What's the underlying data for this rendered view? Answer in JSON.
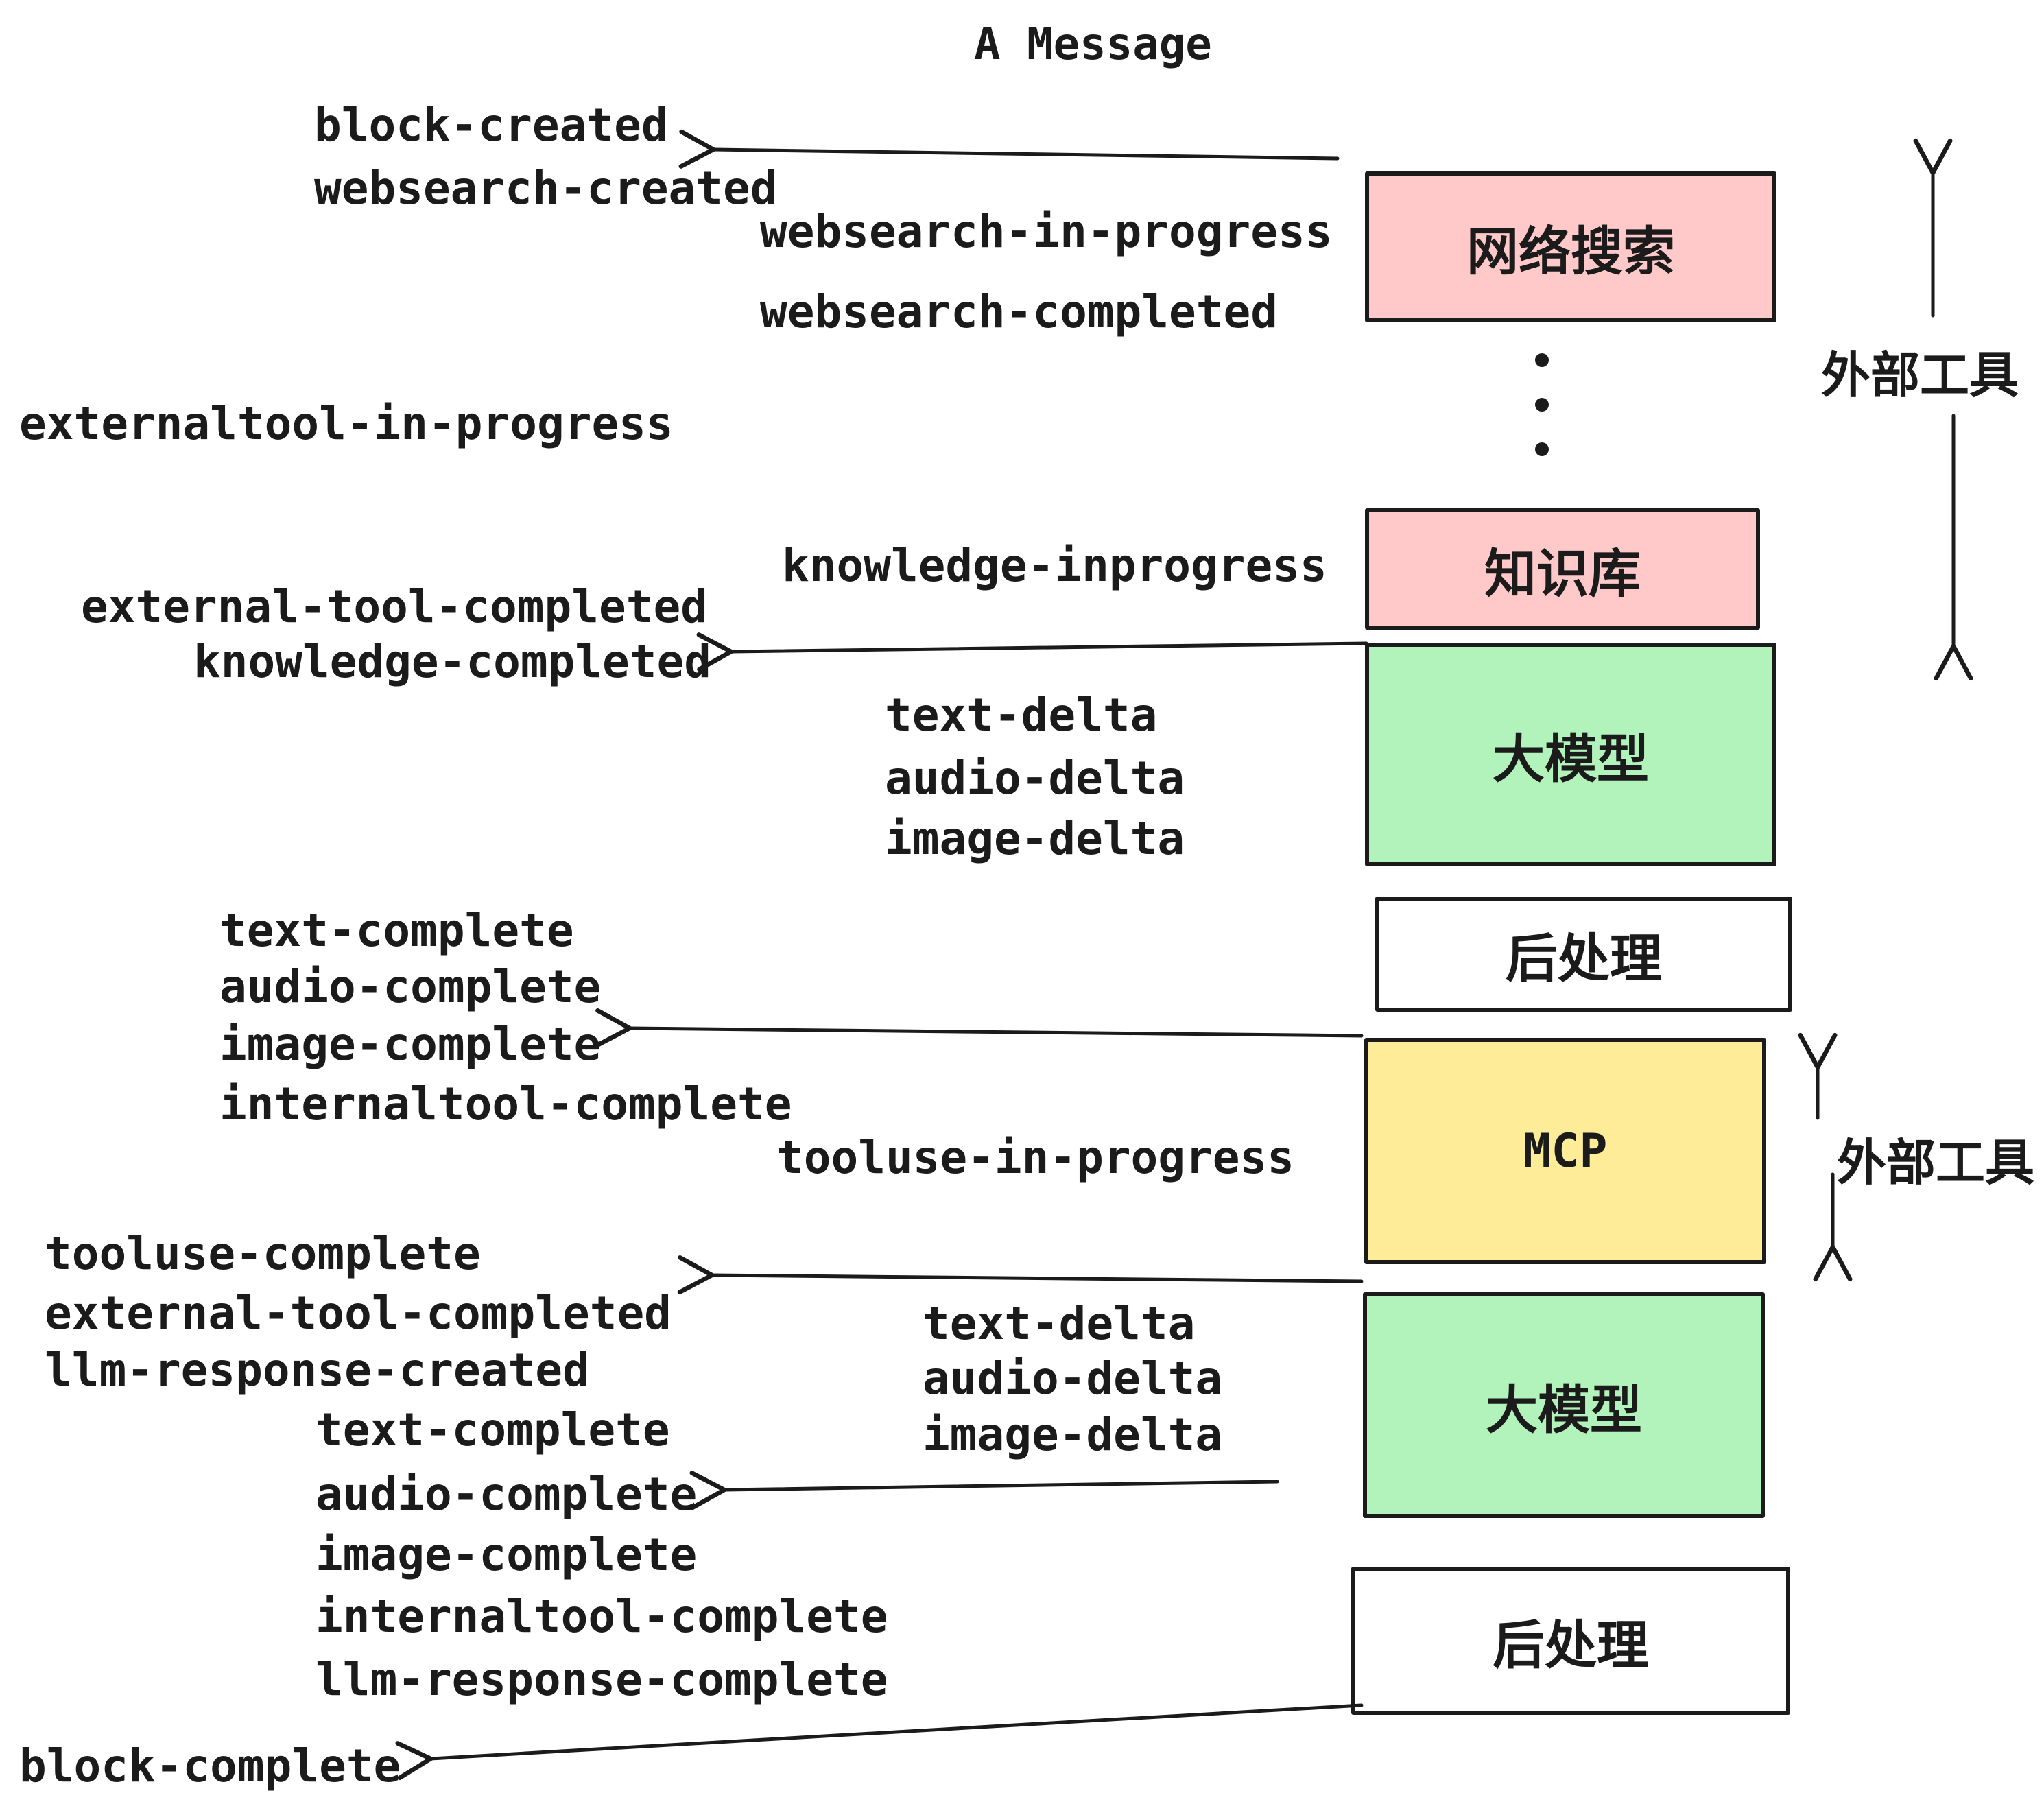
{
  "title": "A Message",
  "colors": {
    "stroke": "#1b1b1b",
    "box_pink": "#ffc9c9",
    "box_green": "#b2f2bb",
    "box_yellow": "#ffec99",
    "box_white": "#ffffff"
  },
  "events": {
    "block_created": "block-created",
    "websearch_created": "websearch-created",
    "websearch_in_progress": "websearch-in-progress",
    "websearch_completed": "websearch-completed",
    "externaltool_in_progress": "externaltool-in-progress",
    "knowledge_inprogress": "knowledge-inprogress",
    "external_tool_completed": "external-tool-completed",
    "knowledge_completed": "knowledge-completed",
    "text_delta": "text-delta",
    "audio_delta": "audio-delta",
    "image_delta": "image-delta",
    "text_complete": "text-complete",
    "audio_complete": "audio-complete",
    "image_complete": "image-complete",
    "internaltool_complete": "internaltool-complete",
    "tooluse_in_progress": "tooluse-in-progress",
    "tooluse_complete": "tooluse-complete",
    "llm_response_created": "llm-response-created",
    "llm_response_complete": "llm-response-complete",
    "block_complete": "block-complete"
  },
  "boxes": {
    "websearch": {
      "label": "网络搜索",
      "fill": "#ffc9c9"
    },
    "knowledge": {
      "label": "知识库",
      "fill": "#ffc9c9"
    },
    "llm_top": {
      "label": "大模型",
      "fill": "#b2f2bb"
    },
    "postprocess_top": {
      "label": "后处理",
      "fill": "#ffffff"
    },
    "mcp": {
      "label": "MCP",
      "fill": "#ffec99"
    },
    "llm_bottom": {
      "label": "大模型",
      "fill": "#b2f2bb"
    },
    "postprocess_bottom": {
      "label": "后处理",
      "fill": "#ffffff"
    }
  },
  "side_labels": {
    "external_tools_top": "外部工具",
    "external_tools_mcp": "外部工具"
  }
}
